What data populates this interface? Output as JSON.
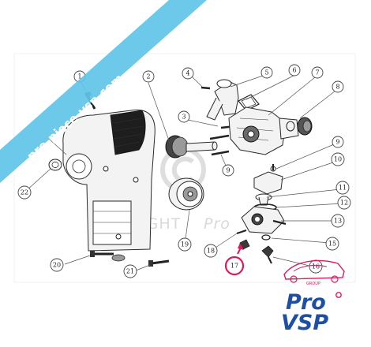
{
  "ribbon": {
    "text": "pro-piece-vsp.com",
    "color": "#5fc4e8"
  },
  "watermark": {
    "text": "COPYRIGHT",
    "brand": "Pro"
  },
  "highlight_color": "#d61c5e",
  "callouts": [
    {
      "id": "1",
      "label": "1"
    },
    {
      "id": "2",
      "label": "2"
    },
    {
      "id": "3",
      "label": "3"
    },
    {
      "id": "4",
      "label": "4"
    },
    {
      "id": "5",
      "label": "5"
    },
    {
      "id": "6",
      "label": "6"
    },
    {
      "id": "7",
      "label": "7"
    },
    {
      "id": "8",
      "label": "8"
    },
    {
      "id": "9a",
      "label": "9"
    },
    {
      "id": "9b",
      "label": "9"
    },
    {
      "id": "10",
      "label": "10"
    },
    {
      "id": "11",
      "label": "11"
    },
    {
      "id": "12",
      "label": "12"
    },
    {
      "id": "13",
      "label": "13"
    },
    {
      "id": "15",
      "label": "15"
    },
    {
      "id": "16",
      "label": "16"
    },
    {
      "id": "17",
      "label": "17"
    },
    {
      "id": "18",
      "label": "18"
    },
    {
      "id": "19",
      "label": "19"
    },
    {
      "id": "20",
      "label": "20"
    },
    {
      "id": "21",
      "label": "21"
    },
    {
      "id": "22",
      "label": "22"
    }
  ],
  "logo": {
    "line1": "Pro",
    "line2": "VSP",
    "group": "GROUP",
    "primary_color": "#1f4fa3",
    "accent_color": "#d61c5e"
  }
}
